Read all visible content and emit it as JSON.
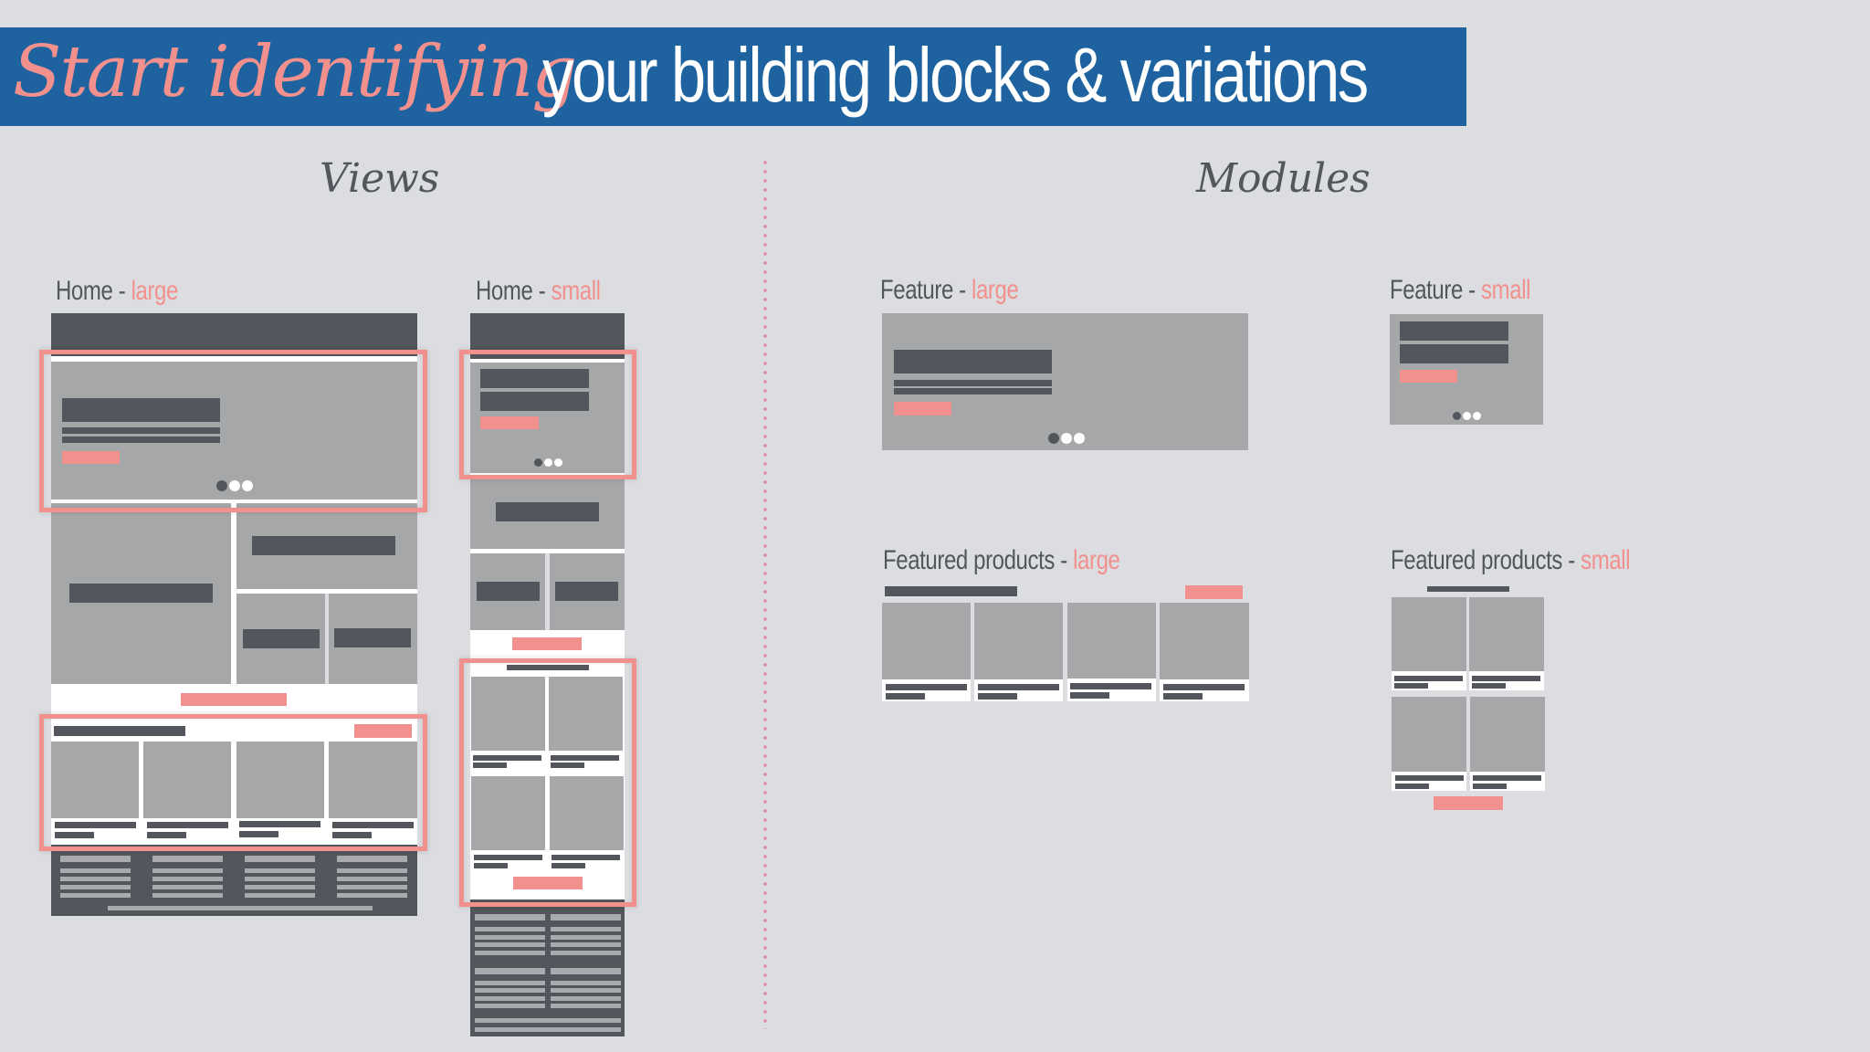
{
  "banner": {
    "title_highlight": "Start identifying",
    "title_rest": "your building blocks & variations",
    "background": "#1e63a0",
    "highlight_color": "#f2908d"
  },
  "sections": {
    "views": "Views",
    "modules": "Modules"
  },
  "views": [
    {
      "name": "Home",
      "separator": " - ",
      "variant": "large"
    },
    {
      "name": "Home",
      "separator": " - ",
      "variant": "small"
    }
  ],
  "modules": [
    {
      "name": "Feature",
      "separator": " - ",
      "variant": "large"
    },
    {
      "name": "Feature",
      "separator": " - ",
      "variant": "small"
    },
    {
      "name": "Featured products",
      "separator": " - ",
      "variant": "large"
    },
    {
      "name": "Featured products",
      "separator": " - ",
      "variant": "small"
    }
  ],
  "colors": {
    "background": "#dcdde0",
    "wire_dark": "#53565c",
    "wire_gray": "#a6a7a9",
    "accent_pink": "#f2908d",
    "divider": "#e08aa0"
  }
}
